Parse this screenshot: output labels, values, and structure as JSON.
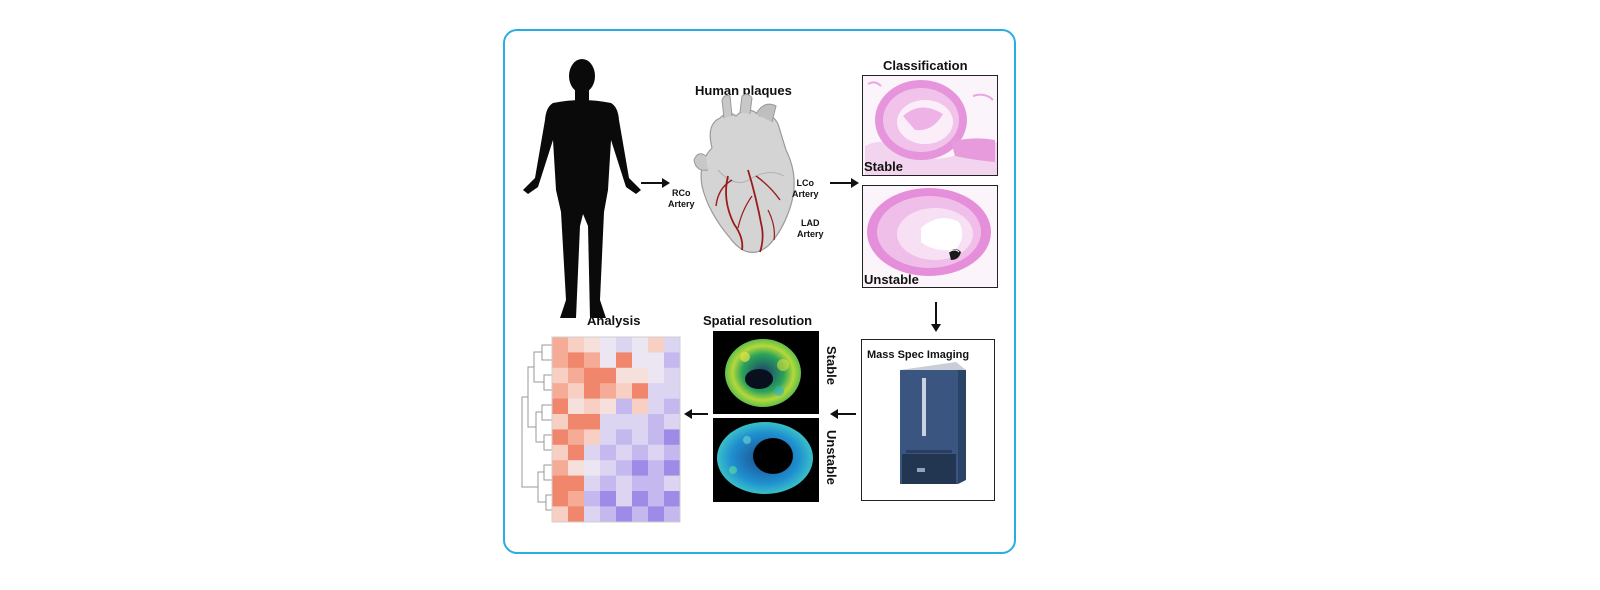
{
  "labels": {
    "human_plaques": "Human plaques",
    "classification": "Classification",
    "stable": "Stable",
    "unstable": "Unstable",
    "rco_artery": "RCo\nArtery",
    "lco_artery": "LCo\nArtery",
    "lad_artery": "LAD\nArtery",
    "mass_spec": "Mass Spec Imaging",
    "spatial_resolution": "Spatial resolution",
    "spatial_stable": "Stable",
    "spatial_unstable": "Unstable",
    "analysis": "Analysis"
  },
  "colors": {
    "frame_border": "#29aee3",
    "histology_pink": "#e27bd8",
    "artery_red": "#9b1b1b",
    "heatmap_high": "#f08a70",
    "heatmap_low": "#9a88e8",
    "instrument_blue": "#2e4a6e"
  },
  "icons": [
    "human-silhouette-icon",
    "heart-icon",
    "mass-spectrometer-icon",
    "dendrogram-icon"
  ]
}
